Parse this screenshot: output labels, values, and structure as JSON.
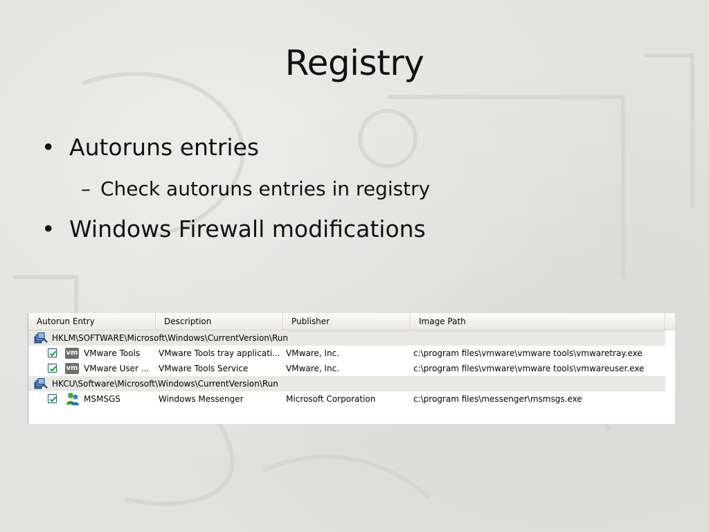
{
  "slide": {
    "title": "Registry",
    "bullets": [
      {
        "text": "Autoruns entries",
        "sub": [
          "Check autoruns entries in registry"
        ]
      },
      {
        "text": "Windows Firewall modifications"
      }
    ],
    "bullet_char": "•",
    "dash_char": "–"
  },
  "autoruns": {
    "columns": [
      "Autorun Entry",
      "Description",
      "Publisher",
      "Image Path"
    ],
    "groups": [
      {
        "key": "HKLM\\SOFTWARE\\Microsoft\\Windows\\CurrentVersion\\Run",
        "entries": [
          {
            "checked": true,
            "icon": "vmware-icon",
            "icon_text": "vm",
            "entry": "VMware Tools",
            "description": "VMware Tools tray applicati...",
            "publisher": "VMware, Inc.",
            "path": "c:\\program files\\vmware\\vmware tools\\vmwaretray.exe"
          },
          {
            "checked": true,
            "icon": "vmware-icon",
            "icon_text": "vm",
            "entry": "VMware User ...",
            "description": "VMware Tools Service",
            "publisher": "VMware, Inc.",
            "path": "c:\\program files\\vmware\\vmware tools\\vmwareuser.exe"
          }
        ]
      },
      {
        "key": "HKCU\\Software\\Microsoft\\Windows\\CurrentVersion\\Run",
        "entries": [
          {
            "checked": true,
            "icon": "messenger-icon",
            "entry": "MSMSGS",
            "description": "Windows Messenger",
            "publisher": "Microsoft Corporation",
            "path": "c:\\program files\\messenger\\msmsgs.exe"
          }
        ]
      }
    ]
  },
  "colors": {
    "background": "#e2e2e0",
    "title_text": "#111111",
    "group_row": "#e8e8e4",
    "checkbox_border": "#1c5180",
    "checkmark": "#21a121"
  }
}
